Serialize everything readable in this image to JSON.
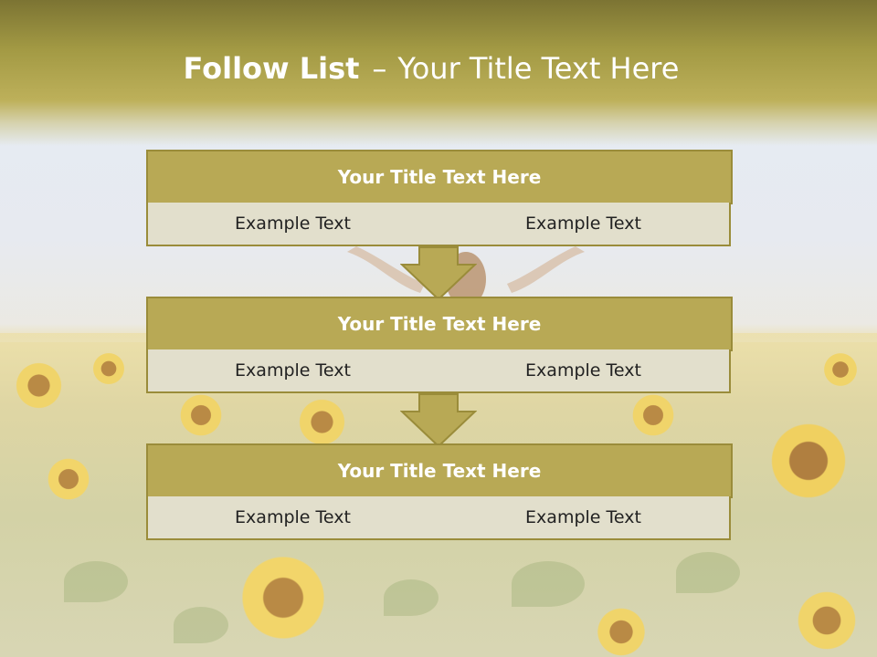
{
  "slide": {
    "title_bold": "Follow List",
    "title_dash": "–",
    "title_rest": "Your Title Text Here"
  },
  "blocks": [
    {
      "title": "Your Title Text Here",
      "left_text": "Example Text",
      "right_text": "Example Text"
    },
    {
      "title": "Your Title Text Here",
      "left_text": "Example Text",
      "right_text": "Example Text"
    },
    {
      "title": "Your Title Text Here",
      "left_text": "Example Text",
      "right_text": "Example Text"
    }
  ],
  "colors": {
    "header_band": "#a39a44",
    "block_header": "#b8a955",
    "block_border": "#9a8c3a",
    "cell_bg": "#e2dfcc",
    "title_text": "#ffffff"
  }
}
